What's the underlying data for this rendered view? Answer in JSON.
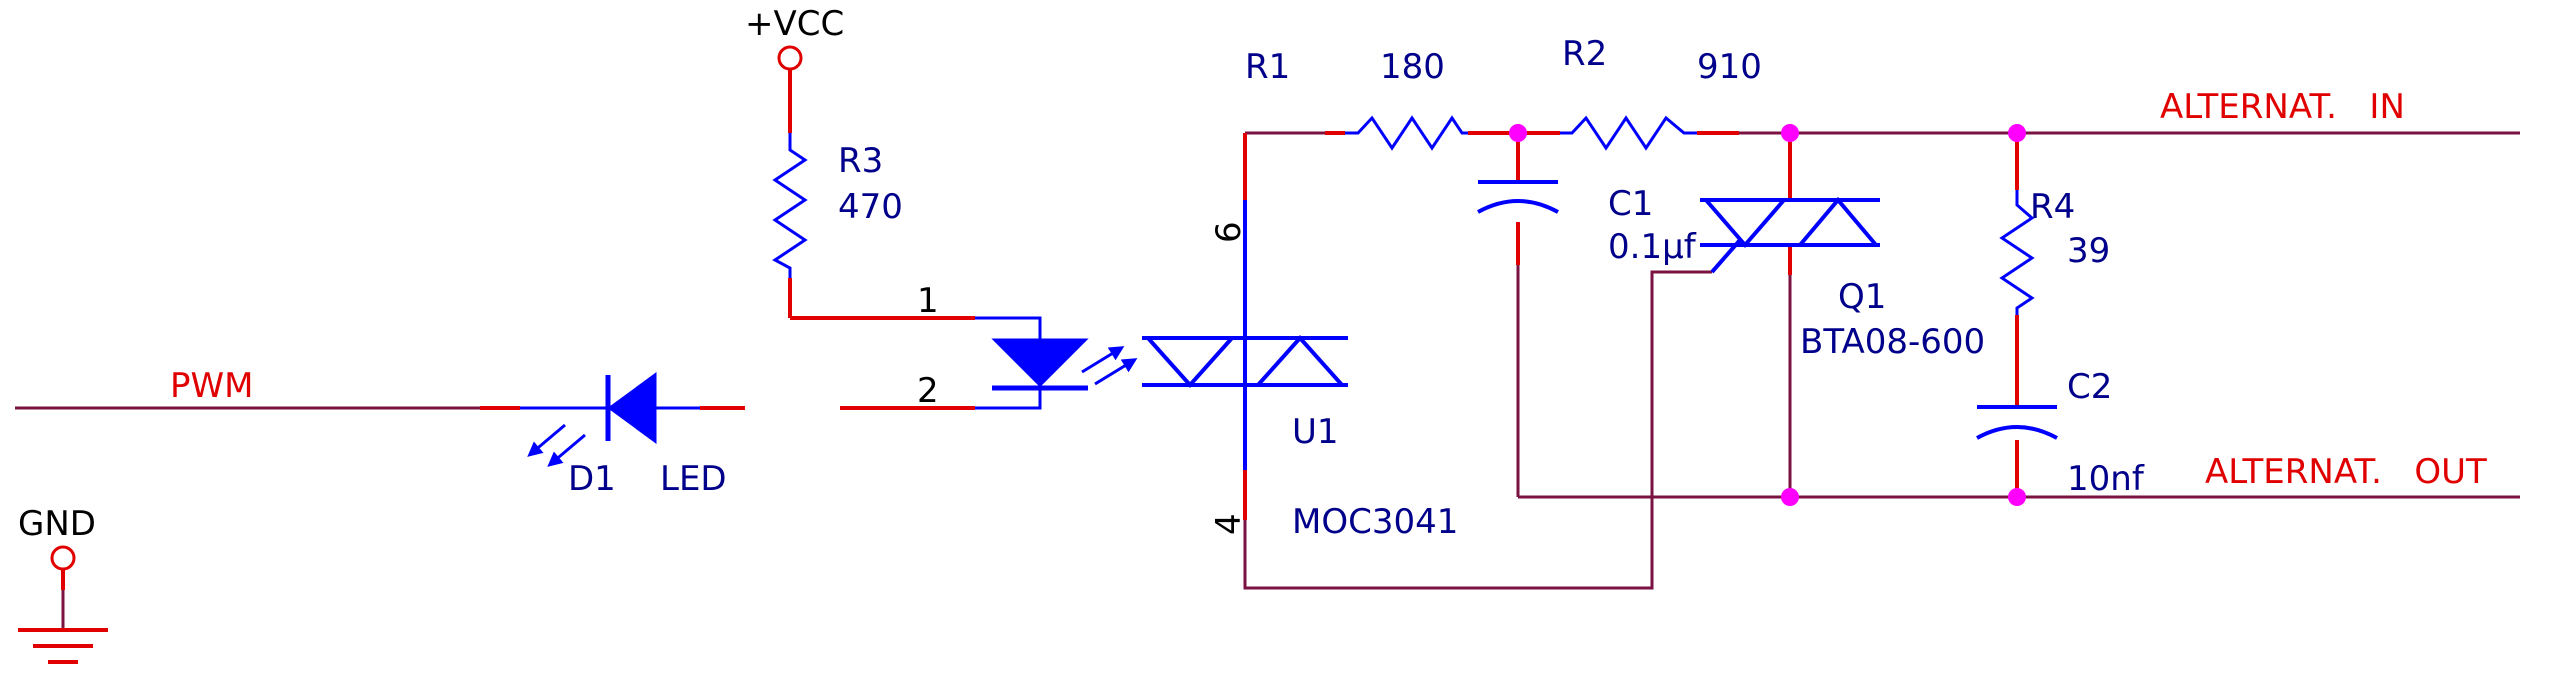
{
  "colors": {
    "wire": "#7a1242",
    "pin": "#e00000",
    "component": "#0000ff",
    "junction": "#ff00ff",
    "label_blue": "#00008b",
    "label_red": "#e00000"
  },
  "power": {
    "vcc_label": "+VCC",
    "gnd_label": "GND"
  },
  "nets": {
    "pwm": "PWM",
    "alt_in": "ALTERNAT.   IN",
    "alt_out": "ALTERNAT.   OUT"
  },
  "components": {
    "r1": {
      "ref": "R1",
      "value": "180"
    },
    "r2": {
      "ref": "R2",
      "value": "910"
    },
    "r3": {
      "ref": "R3",
      "value": "470"
    },
    "r4": {
      "ref": "R4",
      "value": "39"
    },
    "c1": {
      "ref": "C1",
      "value": "0.1µf"
    },
    "c2": {
      "ref": "C2",
      "value": "10nf"
    },
    "d1": {
      "ref": "D1",
      "value": "LED"
    },
    "u1": {
      "ref": "U1",
      "value": "MOC3041"
    },
    "q1": {
      "ref": "Q1",
      "value": "BTA08-600"
    }
  },
  "pins": {
    "u1_1": "1",
    "u1_2": "2",
    "u1_6": "6",
    "u1_4": "4"
  },
  "icons": [
    "led-icon",
    "triac-icon",
    "resistor-icon",
    "capacitor-icon",
    "ground-icon",
    "opto-led-icon"
  ]
}
